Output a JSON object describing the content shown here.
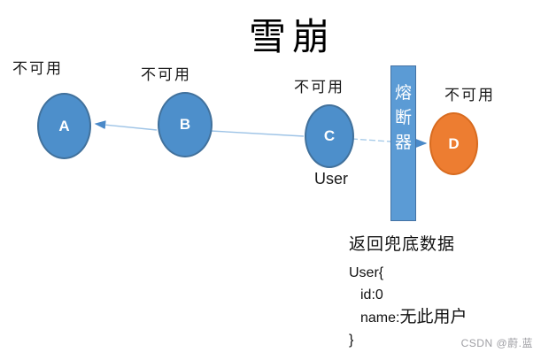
{
  "title": "雪崩",
  "nodes": [
    {
      "id": "A",
      "label": "A",
      "status": "不可用"
    },
    {
      "id": "B",
      "label": "B",
      "status": "不可用"
    },
    {
      "id": "C",
      "label": "C",
      "status": "不可用",
      "caption": "User"
    },
    {
      "id": "D",
      "label": "D",
      "status": "不可用"
    }
  ],
  "breaker": {
    "label": "熔断器"
  },
  "fallback": {
    "heading": "返回兜底数据",
    "code_open": "User{",
    "code_id": "id:0",
    "code_name_key": "name:",
    "code_name_value": "无此用户",
    "code_close": "}"
  },
  "watermark": "CSDN @蔚.蓝",
  "colors": {
    "node_blue": "#4d8fcb",
    "node_blue_border": "#41719c",
    "node_orange": "#ed7d31",
    "node_orange_border": "#d86b1f",
    "breaker_fill": "#5b9bd5",
    "arrow_line": "#9dc3e6",
    "arrow_head": "#4a89c8",
    "text": "#1a1a1a",
    "watermark_gray": "#9e9ea3"
  }
}
